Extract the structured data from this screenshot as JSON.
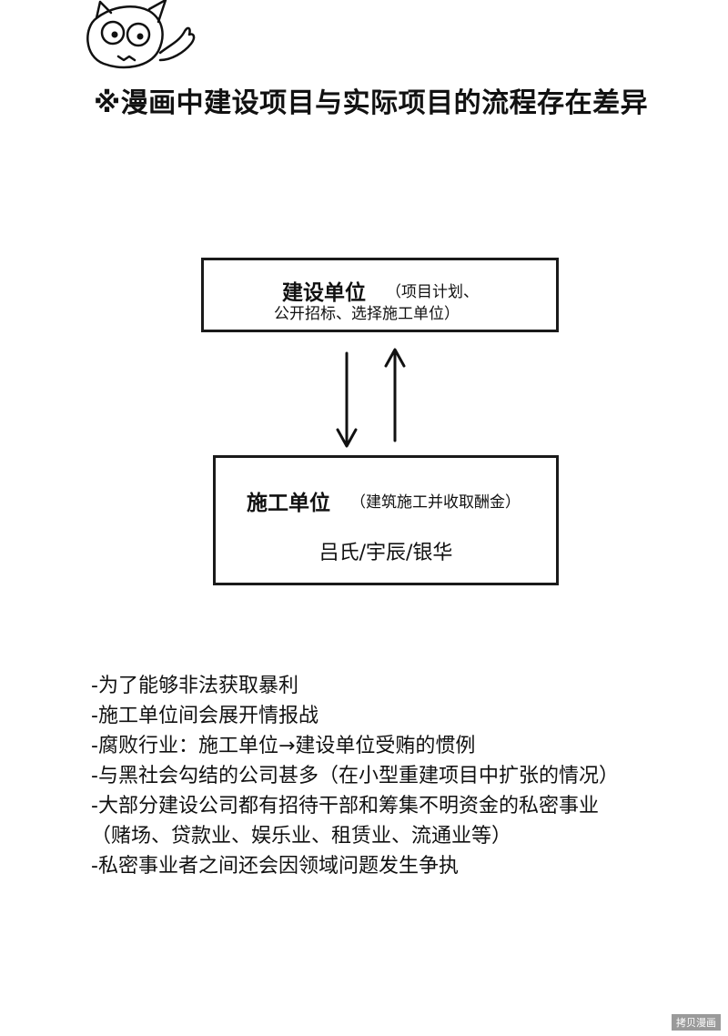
{
  "heading": "※漫画中建设项目与实际项目的流程存在差异",
  "diagram": {
    "top_box": {
      "title": "建设单位",
      "note_line1": "（项目计划、",
      "note_line2": "公开招标、选择施工单位）"
    },
    "bottom_box": {
      "title": "施工单位",
      "note": "（建筑施工并收取酬金）",
      "members": "吕氏/宇辰/银华"
    },
    "arrows": [
      "down-arrow-icon",
      "up-arrow-icon"
    ]
  },
  "notes": [
    "-为了能够非法获取暴利",
    "-施工单位间会展开情报战",
    "-腐败行业：施工单位→建设单位受贿的惯例",
    "-与黑社会勾结的公司甚多（在小型重建项目中扩张的情况）",
    "-大部分建设公司都有招待干部和筹集不明资金的私密事业",
    "（赌场、贷款业、娱乐业、租赁业、流通业等）",
    "-私密事业者之间还会因领域问题发生争执"
  ],
  "watermark": "拷贝漫画"
}
